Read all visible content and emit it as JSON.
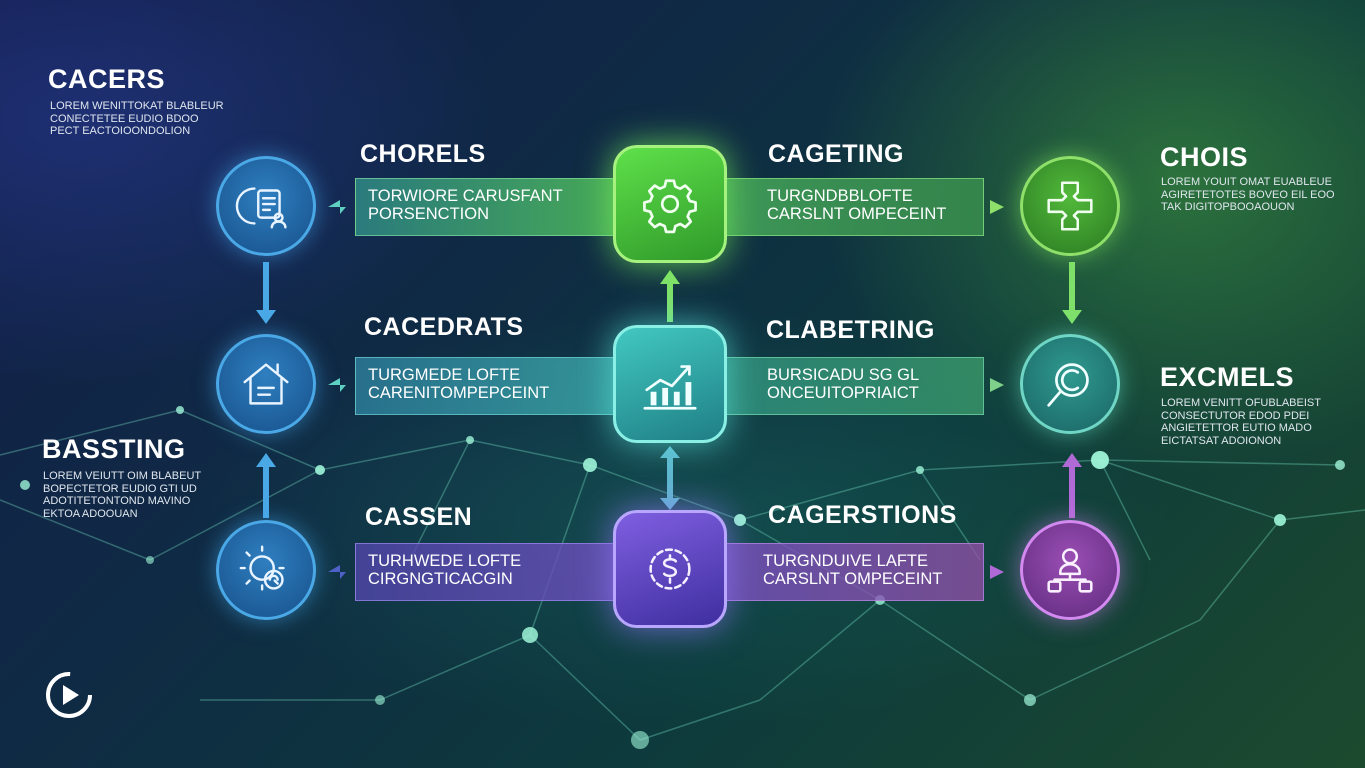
{
  "colors": {
    "blue": "#4aa8e6",
    "green": "#8fe06a",
    "teal": "#6fd6c6",
    "purple": "#d38af0",
    "violet": "#b9a6ff"
  },
  "left_blocks": {
    "top": {
      "title": "CACERS",
      "lines": [
        "LOREM WENITTOKAT BLABLEUR",
        "CONECTETEE EUDIO BDOO",
        "PECT EACTOIOONDOLION"
      ]
    },
    "bottom": {
      "title": "BASSTING",
      "lines": [
        "LOREM VEIUTT OIM BLABEUT",
        "BOPECTETOR EUDIO GTI UD",
        "ADOTITETONTOND MAVINO",
        "EKTOA ADOOUAN"
      ]
    }
  },
  "right_blocks": {
    "top": {
      "title": "CHOIS",
      "lines": [
        "LOREM YOUIT OMAT EUABLEUE",
        "AGIRETETOTES BOVEO EIL EOO",
        "TAK DIGITOPBOOAOUON"
      ]
    },
    "bottom": {
      "title": "EXCMELS",
      "lines": [
        "LOREM VENITT OFUBLABEIST",
        "CONSECTUTOR EDOD PDEI",
        "ANGIETETTOR EUTIO MADO",
        "EICTATSAT ADOIONON"
      ]
    }
  },
  "rows": [
    {
      "left_title": "CHORELS",
      "right_title": "CAGETING",
      "left_bar": [
        "TORWIORE CARUSFANT",
        "PORSENCTION"
      ],
      "right_bar": [
        "TURGNDBBLOFTE",
        "CARSLNT OMPECEINT"
      ]
    },
    {
      "left_title": "CACEDRATS",
      "right_title": "CLABETRING",
      "left_bar": [
        "TURGMEDE LOFTE",
        "CARENITOMPEPCEINT"
      ],
      "right_bar": [
        "BURSICADU SG GL",
        "ONCEUITOPRIAICT"
      ]
    },
    {
      "left_title": "CASSEN",
      "right_title": "CAGERSTIONS",
      "left_bar": [
        "TURHWEDE LOFTE",
        "CIRGNGTICACGIN"
      ],
      "right_bar": [
        "TURGNDUIVE LAFTE",
        "CARSLNT OMPECEINT"
      ]
    }
  ],
  "icons": {
    "left_nodes": [
      "chat-document-icon",
      "house-document-icon",
      "gear-cycle-icon"
    ],
    "hubs": [
      "gear-icon",
      "bar-chart-icon",
      "dollar-cycle-icon"
    ],
    "right_nodes": [
      "puzzle-cross-icon",
      "magnifier-icon",
      "org-chart-icon"
    ],
    "logo": "play-logo-icon"
  }
}
